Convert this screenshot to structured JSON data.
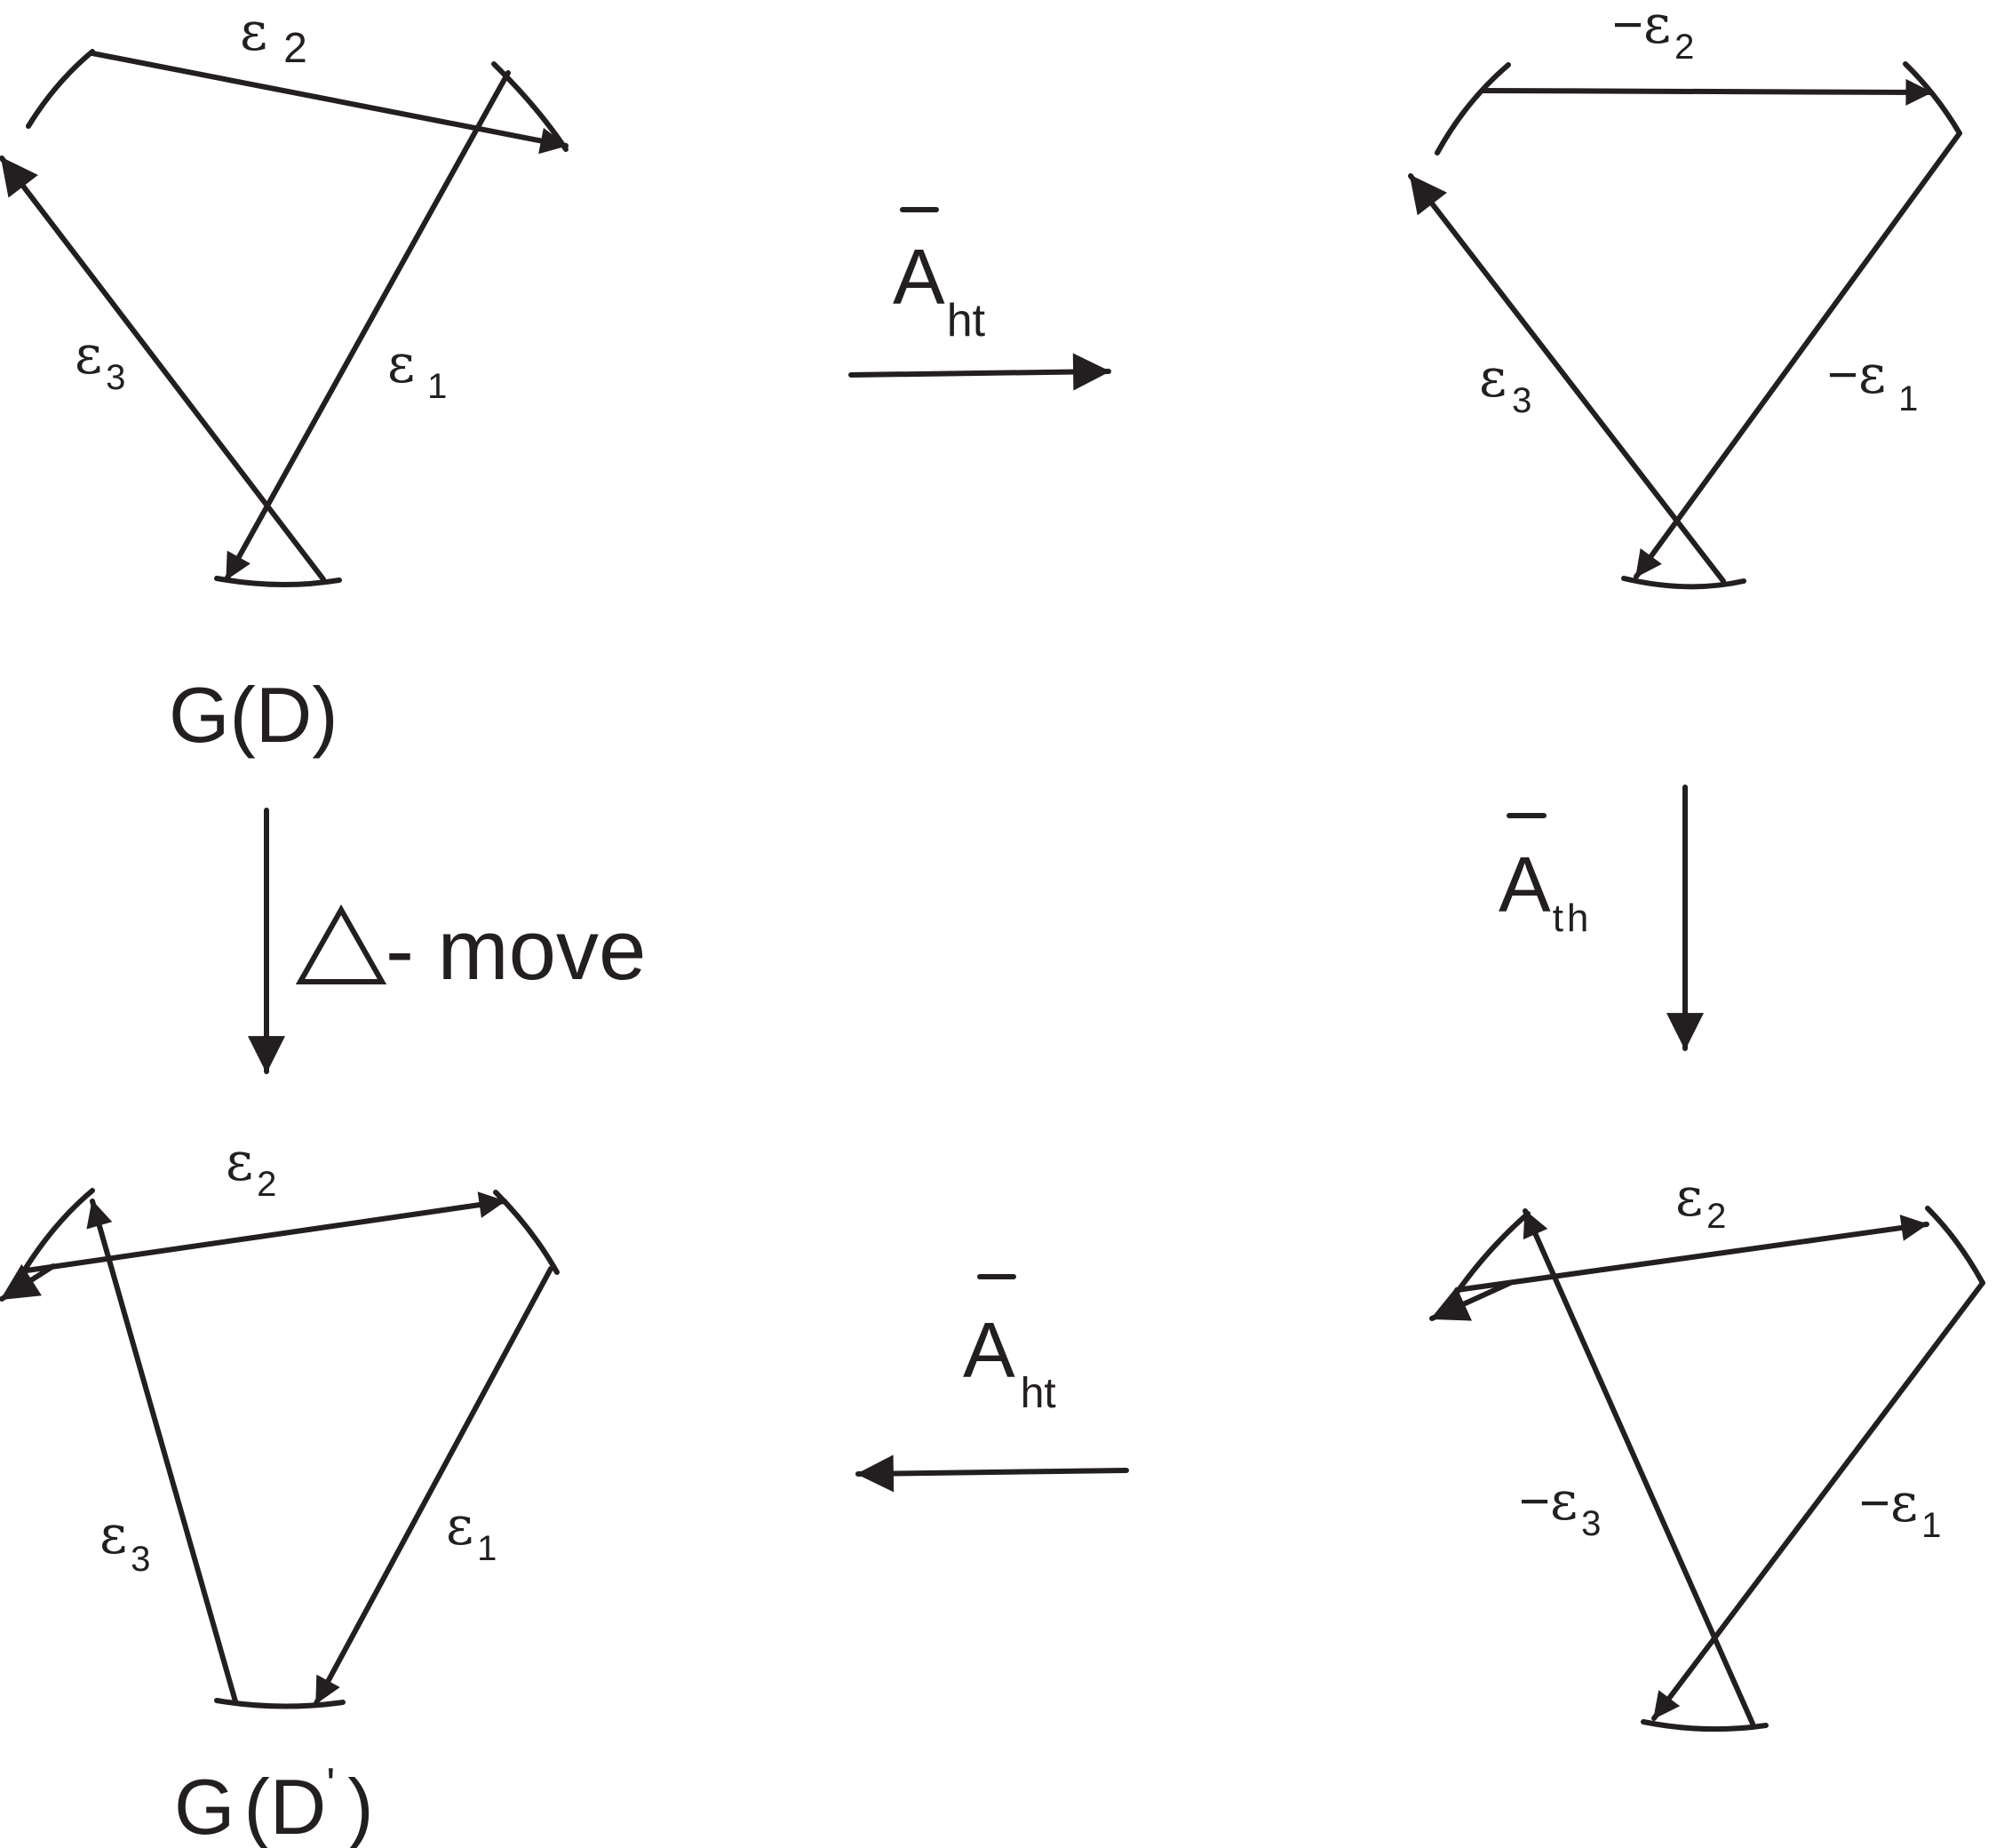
{
  "colors": {
    "ink": "#231f20",
    "background": "#ffffff"
  },
  "symbols": {
    "epsilon": "ε",
    "minus": "−"
  },
  "panels": {
    "top_left": {
      "e1": {
        "sign": "",
        "sub": "1"
      },
      "e2": {
        "sign": "",
        "sub": "2"
      },
      "e3": {
        "sign": "",
        "sub": "3"
      },
      "caption": "G(D)"
    },
    "top_right": {
      "e1": {
        "sign": "−",
        "sub": "1"
      },
      "e2": {
        "sign": "−",
        "sub": "2"
      },
      "e3": {
        "sign": "",
        "sub": "3"
      }
    },
    "bottom_right": {
      "e1": {
        "sign": "−",
        "sub": "1"
      },
      "e2": {
        "sign": "",
        "sub": "2"
      },
      "e3": {
        "sign": "−",
        "sub": "3"
      }
    },
    "bottom_left": {
      "e1": {
        "sign": "",
        "sub": "1"
      },
      "e2": {
        "sign": "",
        "sub": "2"
      },
      "e3": {
        "sign": "",
        "sub": "3"
      },
      "caption": {
        "prefix": "G",
        "open": "(",
        "base": "D",
        "prime": "'",
        "close": ")"
      }
    }
  },
  "arrows": {
    "top": {
      "letter": "A",
      "sub": "ht"
    },
    "right": {
      "letter": "A",
      "sub": "th"
    },
    "bottom": {
      "letter": "A",
      "sub": "ht"
    },
    "left": {
      "symbol": "△",
      "text": "- move"
    }
  }
}
